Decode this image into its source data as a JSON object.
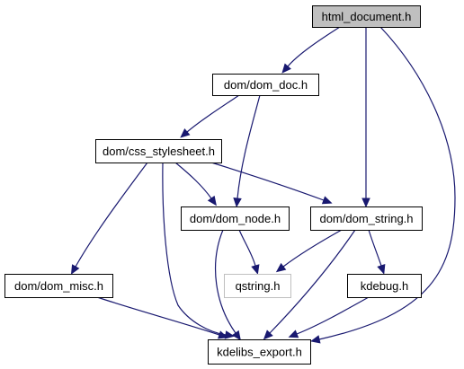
{
  "colors": {
    "edge": "#191970",
    "root_fill": "#bfbfbf",
    "node_fill": "#ffffff",
    "node_border": "#000000",
    "external_border": "#bfbfbf"
  },
  "nodes": [
    {
      "id": "html_document_h",
      "label": "html_document.h",
      "style": "root"
    },
    {
      "id": "dom_dom_doc_h",
      "label": "dom/dom_doc.h",
      "style": "normal"
    },
    {
      "id": "dom_css_stylesheet_h",
      "label": "dom/css_stylesheet.h",
      "style": "normal"
    },
    {
      "id": "dom_dom_node_h",
      "label": "dom/dom_node.h",
      "style": "normal"
    },
    {
      "id": "dom_dom_string_h",
      "label": "dom/dom_string.h",
      "style": "normal"
    },
    {
      "id": "dom_dom_misc_h",
      "label": "dom/dom_misc.h",
      "style": "normal"
    },
    {
      "id": "qstring_h",
      "label": "qstring.h",
      "style": "external"
    },
    {
      "id": "kdebug_h",
      "label": "kdebug.h",
      "style": "normal"
    },
    {
      "id": "kdelibs_export_h",
      "label": "kdelibs_export.h",
      "style": "normal"
    }
  ],
  "edges": [
    {
      "from": "html_document_h",
      "to": "dom_dom_doc_h"
    },
    {
      "from": "html_document_h",
      "to": "dom_dom_string_h"
    },
    {
      "from": "html_document_h",
      "to": "kdelibs_export_h"
    },
    {
      "from": "dom_dom_doc_h",
      "to": "dom_css_stylesheet_h"
    },
    {
      "from": "dom_dom_doc_h",
      "to": "dom_dom_node_h"
    },
    {
      "from": "dom_css_stylesheet_h",
      "to": "dom_dom_node_h"
    },
    {
      "from": "dom_css_stylesheet_h",
      "to": "dom_dom_string_h"
    },
    {
      "from": "dom_css_stylesheet_h",
      "to": "dom_dom_misc_h"
    },
    {
      "from": "dom_css_stylesheet_h",
      "to": "kdelibs_export_h"
    },
    {
      "from": "dom_dom_node_h",
      "to": "qstring_h"
    },
    {
      "from": "dom_dom_node_h",
      "to": "kdelibs_export_h"
    },
    {
      "from": "dom_dom_string_h",
      "to": "qstring_h"
    },
    {
      "from": "dom_dom_string_h",
      "to": "kdebug_h"
    },
    {
      "from": "dom_dom_string_h",
      "to": "kdelibs_export_h"
    },
    {
      "from": "dom_dom_misc_h",
      "to": "kdelibs_export_h"
    },
    {
      "from": "kdebug_h",
      "to": "kdelibs_export_h"
    }
  ]
}
